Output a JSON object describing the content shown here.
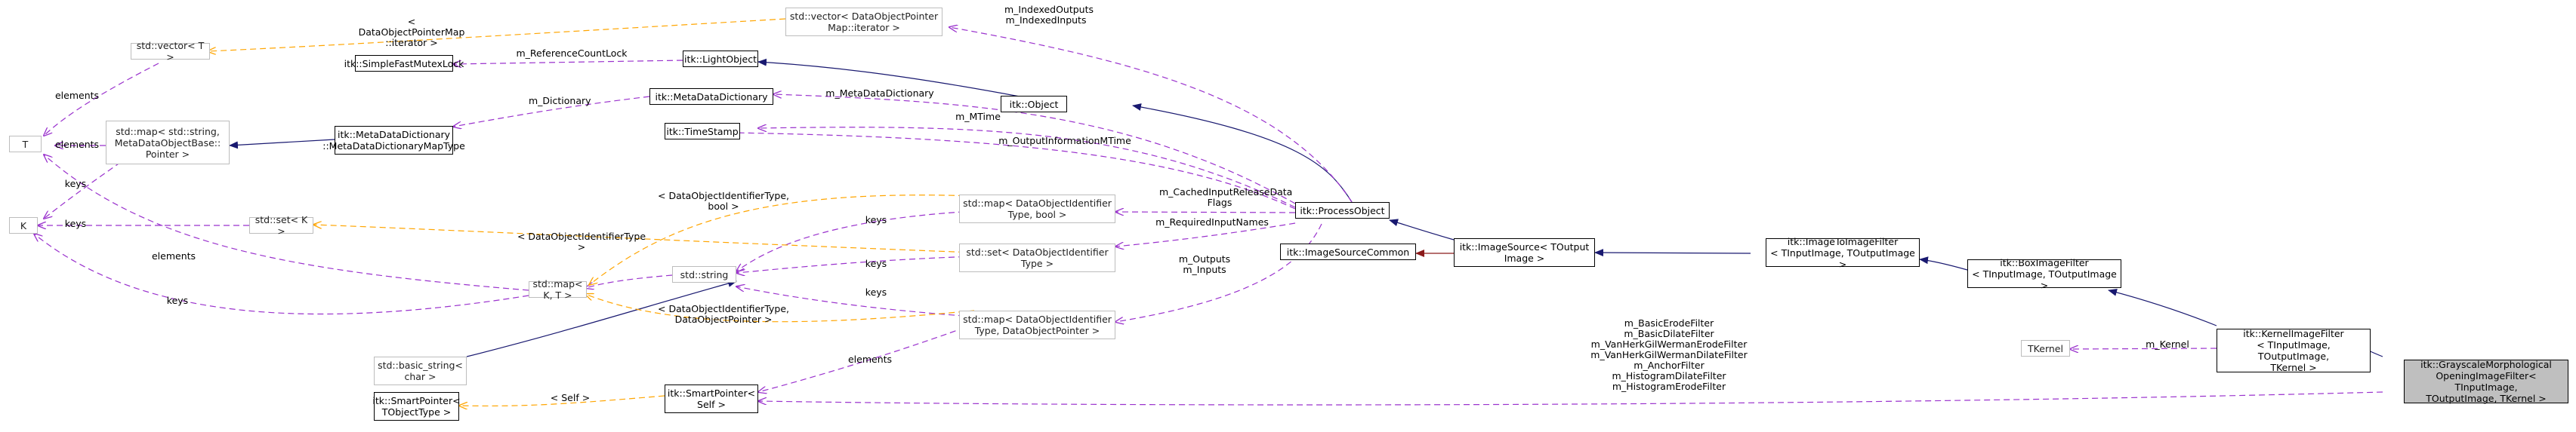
{
  "nodes": {
    "vector_T": "std::vector< T >",
    "T": "T",
    "K": "K",
    "map_string": "std::map< std::string,\nMetaDataObjectBase::\nPointer >",
    "set_K": "std::set< K >",
    "map_KT": "std::map< K, T >",
    "basic_string": "std::basic_string<\nchar >",
    "smartptr_objtype": "itk::SmartPointer<\nTObjectType >",
    "fastmutex": "itk::SimpleFastMutexLock",
    "mdd_type": "itk::MetaDataDictionary\n::MetaDataDictionaryMapType",
    "lightobject": "itk::LightObject",
    "metadatadict": "itk::MetaDataDictionary",
    "timestamp": "itk::TimeStamp",
    "std_string": "std::string",
    "smartptr_self": "itk::SmartPointer<\nSelf >",
    "vector_dop": "std::vector< DataObjectPointer\nMap::iterator >",
    "map_bool": "std::map< DataObjectIdentifier\nType, bool >",
    "set_doi": "std::set< DataObjectIdentifier\nType >",
    "map_dop": "std::map< DataObjectIdentifier\nType, DataObjectPointer >",
    "object": "itk::Object",
    "processobject": "itk::ProcessObject",
    "imagesourcecommon": "itk::ImageSourceCommon",
    "imagesource": "itk::ImageSource< TOutput\nImage >",
    "imagetoimage": "itk::ImageToImageFilter\n< TInputImage, TOutputImage >",
    "boximage": "itk::BoxImageFilter\n< TInputImage, TOutputImage >",
    "kernelimage": "itk::KernelImageFilter\n< TInputImage, TOutputImage,\n TKernel >",
    "tkernel": "TKernel",
    "grayscale": "itk::GrayscaleMorphological\nOpeningImageFilter< TInputImage,\n TOutputImage, TKernel >"
  },
  "edge_labels": {
    "dop_iter": "< DataObjectPointerMap\n::iterator >",
    "elements_vec": "elements",
    "elements_map": "elements",
    "keys_map": "keys",
    "keys_set": "keys",
    "elements_mapkt": "elements",
    "keys_mapkt": "keys",
    "refcount": "m_ReferenceCountLock",
    "dictionary": "m_Dictionary",
    "mdd": "m_MetaDataDictionary",
    "mtime": "m_MTime",
    "outinfo": "m_OutputInformationMTime",
    "indexed": "m_IndexedOutputs\nm_IndexedInputs",
    "cached": "m_CachedInputReleaseData\nFlags",
    "required": "m_RequiredInputNames",
    "outputs": "m_Outputs\nm_Inputs",
    "doi_bool": "< DataObjectIdentifierType,\n bool >",
    "doi_type": "< DataObjectIdentifierType >",
    "doi_dop": "< DataObjectIdentifierType,\n DataObjectPointer >",
    "keys1": "keys",
    "keys2": "keys",
    "keys3": "keys",
    "elements_sp": "elements",
    "self": "< Self >",
    "kernel": "m_Kernel",
    "filters": "m_BasicErodeFilter\nm_BasicDilateFilter\nm_VanHerkGilWermanErodeFilter\nm_VanHerkGilWermanDilateFilter\nm_AnchorFilter\nm_HistogramDilateFilter\nm_HistogramErodeFilter"
  },
  "colors": {
    "inheritance": "#191970",
    "private_inheritance": "#8b1a1a",
    "usage": "#9a32cd",
    "template": "#ffa500",
    "focus_fill": "#bfbfbf"
  }
}
